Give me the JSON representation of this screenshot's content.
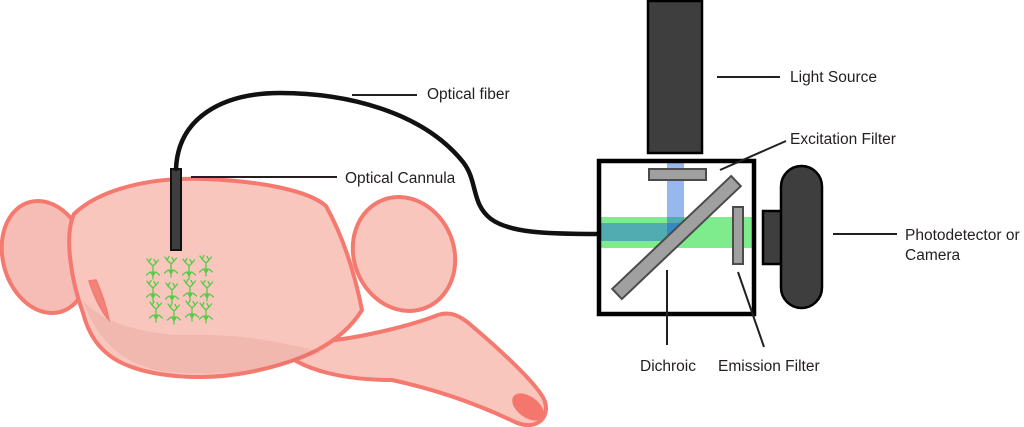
{
  "labels": {
    "optical_fiber": "Optical fiber",
    "optical_cannula": "Optical Cannula",
    "light_source": "Light Source",
    "excitation_filter": "Excitation Filter",
    "photodetector_line1": "Photodetector or",
    "photodetector_line2": "Camera",
    "dichroic": "Dichroic",
    "emission_filter": "Emission Filter"
  },
  "colors": {
    "brain_fill": "#f9c6be",
    "brain_bulb_fill": "#f5bdb5",
    "brain_stroke": "#f4796f",
    "brain_shade": "rgba(190,95,85,0.13)",
    "brain_accent": "#f2837a",
    "stem_opening": "#f4766c",
    "neuron_green": "#55cb47",
    "beam_green": "#7eec8d",
    "beam_blue": "rgba(25,95,220,0.45)",
    "device_dark": "#3e3e3e",
    "device_border": "#000000",
    "filter_gray": "#a0a0a0",
    "filter_border": "#4b4b4b",
    "fiber_black": "#111111",
    "label_color": "#231f20"
  }
}
